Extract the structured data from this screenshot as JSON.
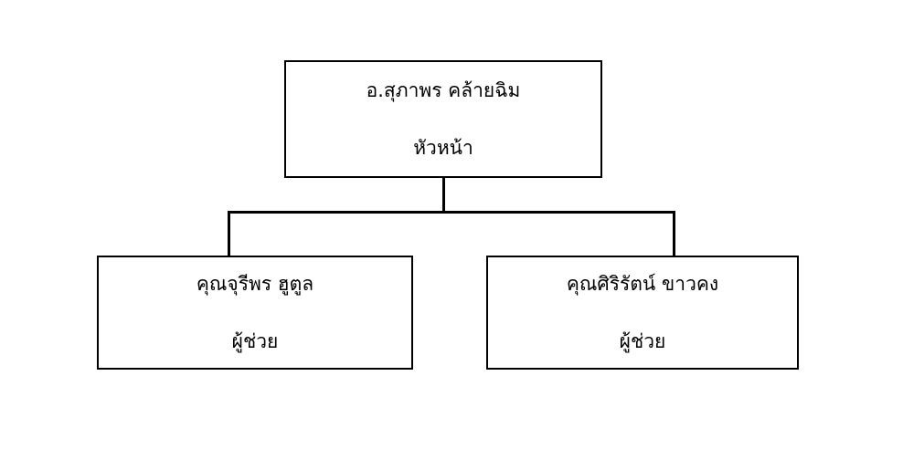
{
  "chart_type": "org-chart",
  "background_color": "#ffffff",
  "line_color": "#000000",
  "box_border_color": "#000000",
  "box_fill_color": "#ffffff",
  "nodes": {
    "root": {
      "name": "อ.สุภาพร คล้ายฉิม",
      "role": "หัวหน้า"
    },
    "children": [
      {
        "name": "คุณจุรีพร ฮูตูล",
        "role": "ผู้ช่วย"
      },
      {
        "name": "คุณศิริรัตน์ ขาวคง",
        "role": "ผู้ช่วย"
      }
    ]
  }
}
